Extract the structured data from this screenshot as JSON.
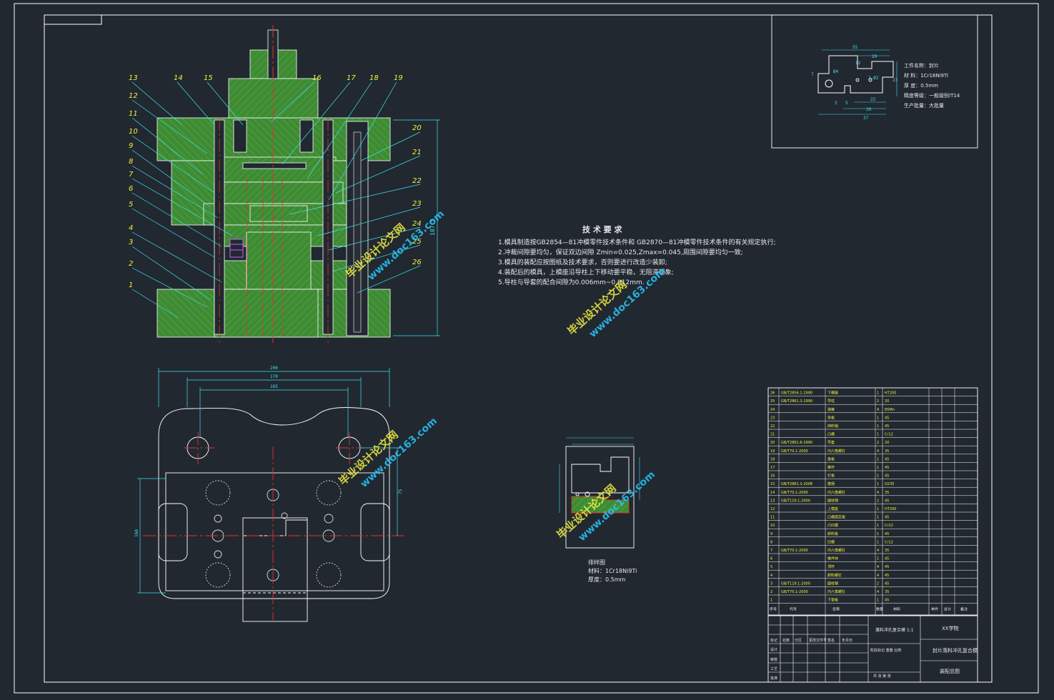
{
  "tech_requirements": {
    "title": "技 术 要 求",
    "lines": [
      "1.模具制造按GB2854—81冲模零件技术条件和 GB2870—81冲模零件技术条件的有关规定执行;",
      "2.冲裁间隙要均匀，保证双边间隙  Zmin=0.025,Zmax=0.045,周围间隙要均匀一致;",
      "3.模具的装配应按图纸及技术要求，否则要进行改造少装卸;",
      "4.装配后的模具，上模座沿导柱上下移动要平稳，无阻滞现象;",
      "5.导柱与导套的配合间隙为0.006mm~0.012mm."
    ]
  },
  "part_info": {
    "lines": [
      "工件名称：封片",
      "材    料：1Cr18Ni9Ti",
      "厚    度：0.5mm",
      "精度等级：一般级别IT14",
      "生产批量：大批量"
    ],
    "dims": [
      "55",
      "20",
      "12",
      "2-Ø2",
      "23",
      "7",
      "Ø4",
      "3",
      "5",
      "22",
      "30",
      "37"
    ]
  },
  "strip_info": {
    "lines": [
      "排样图",
      "材料：1Cr18Ni9Ti",
      "厚度：0.5mm"
    ]
  },
  "section_view": {
    "callouts_left": [
      "13",
      "14",
      "15",
      "12",
      "11",
      "10",
      "9",
      "8",
      "7",
      "6",
      "5",
      "4",
      "3",
      "2",
      "1"
    ],
    "callouts_top": [
      "16",
      "17",
      "18",
      "19"
    ],
    "callouts_right": [
      "20",
      "21",
      "22",
      "23",
      "24",
      "25",
      "26"
    ],
    "height_dim": "187.5"
  },
  "plan_view": {
    "dims": [
      "200",
      "170",
      "165",
      "75",
      "160"
    ]
  },
  "bom": {
    "rows": [
      {
        "no": "26",
        "std": "GB/T2856.1-1990",
        "name": "下模座",
        "qty": "1",
        "mat": "HT200"
      },
      {
        "no": "25",
        "std": "GB/T2861.1-1990",
        "name": "导柱",
        "qty": "2",
        "mat": "20"
      },
      {
        "no": "24",
        "std": "",
        "name": "弹簧",
        "qty": "4",
        "mat": "65Mn"
      },
      {
        "no": "23",
        "std": "",
        "name": "导板",
        "qty": "1",
        "mat": "45"
      },
      {
        "no": "22",
        "std": "",
        "name": "挡料销",
        "qty": "1",
        "mat": "45"
      },
      {
        "no": "21",
        "std": "",
        "name": "凸模",
        "qty": "1",
        "mat": "Cr12"
      },
      {
        "no": "20",
        "std": "GB/T2861.6-1990",
        "name": "导套",
        "qty": "2",
        "mat": "20"
      },
      {
        "no": "19",
        "std": "GB/T70.1-2000",
        "name": "内六角螺钉",
        "qty": "4",
        "mat": "35"
      },
      {
        "no": "18",
        "std": "",
        "name": "垫板",
        "qty": "1",
        "mat": "45"
      },
      {
        "no": "17",
        "std": "",
        "name": "推杆",
        "qty": "1",
        "mat": "45"
      },
      {
        "no": "16",
        "std": "",
        "name": "打板",
        "qty": "1",
        "mat": "45"
      },
      {
        "no": "15",
        "std": "GB/T2861.1-2008",
        "name": "模柄",
        "qty": "1",
        "mat": "Q235"
      },
      {
        "no": "14",
        "std": "GB/T70.1-2000",
        "name": "内六角螺钉",
        "qty": "4",
        "mat": "35"
      },
      {
        "no": "13",
        "std": "GB/T119.1-2000",
        "name": "圆柱销",
        "qty": "2",
        "mat": "45"
      },
      {
        "no": "12",
        "std": "",
        "name": "上模座",
        "qty": "1",
        "mat": "HT200"
      },
      {
        "no": "11",
        "std": "",
        "name": "凸模固定板",
        "qty": "1",
        "mat": "45"
      },
      {
        "no": "10",
        "std": "",
        "name": "凸凹模",
        "qty": "1",
        "mat": "Cr12"
      },
      {
        "no": "9",
        "std": "",
        "name": "卸料板",
        "qty": "1",
        "mat": "45"
      },
      {
        "no": "8",
        "std": "",
        "name": "凹模",
        "qty": "1",
        "mat": "Cr12"
      },
      {
        "no": "7",
        "std": "GB/T70.1-2000",
        "name": "内六角螺钉",
        "qty": "4",
        "mat": "35"
      },
      {
        "no": "6",
        "std": "",
        "name": "推件块",
        "qty": "1",
        "mat": "45"
      },
      {
        "no": "5",
        "std": "",
        "name": "顶杆",
        "qty": "4",
        "mat": "45"
      },
      {
        "no": "4",
        "std": "",
        "name": "卸料螺钉",
        "qty": "4",
        "mat": "45"
      },
      {
        "no": "3",
        "std": "GB/T119.1-2000",
        "name": "圆柱销",
        "qty": "2",
        "mat": "45"
      },
      {
        "no": "2",
        "std": "GB/T70.1-2000",
        "name": "内六角螺钉",
        "qty": "4",
        "mat": "35"
      },
      {
        "no": "1",
        "std": "",
        "name": "下垫板",
        "qty": "1",
        "mat": "45"
      }
    ],
    "header": [
      "序号",
      "代号",
      "名称",
      "数量",
      "材料",
      "单件",
      "总计",
      "备注"
    ]
  },
  "title_block": {
    "school": "XX学院",
    "drawing_name": "封片落料冲孔复合模",
    "drawing_no": "装配总图",
    "stamp": "落料冲孔复合模 1:1",
    "rows": [
      "标记",
      "处数",
      "分区",
      "更改文件号",
      "签名",
      "年月日"
    ],
    "roles": [
      "设计",
      "审核",
      "工艺",
      "批准"
    ],
    "stage": "阶段标记 重量 比例",
    "sheets": "共 张 第 张"
  },
  "watermarks": [
    "毕业设计论文网",
    "www.doc163.com"
  ],
  "colors": {
    "bg": "#212830",
    "green": "#3e8b34",
    "cyan": "#40e0f0",
    "red": "#e83030",
    "yellow": "#f2f23a",
    "white": "#e8e8e8"
  }
}
